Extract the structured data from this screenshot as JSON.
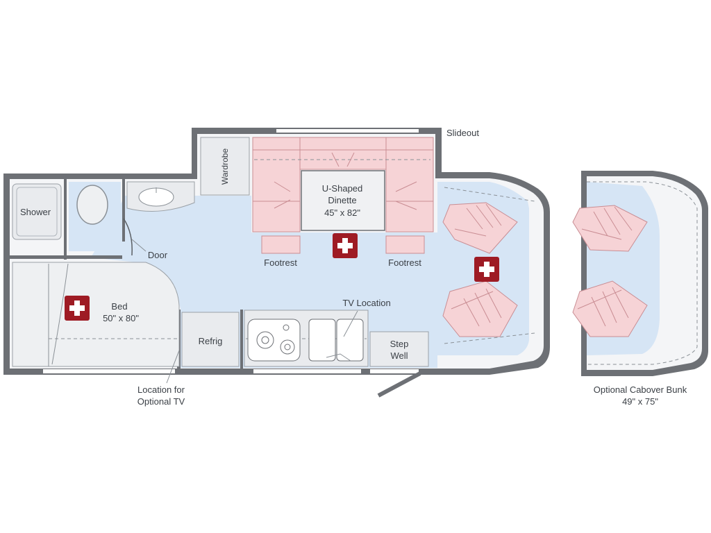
{
  "labels": {
    "slideout": "Slideout",
    "wardrobe": "Wardrobe",
    "shower": "Shower",
    "door": "Door",
    "dinette_line1": "U-Shaped",
    "dinette_line2": "Dinette",
    "dinette_size": "45\" x 82\"",
    "footrest_left": "Footrest",
    "footrest_right": "Footrest",
    "bed": "Bed",
    "bed_size": "50\" x 80\"",
    "tv_location": "TV Location",
    "refrig": "Refrig",
    "step_line1": "Step",
    "step_line2": "Well",
    "optional_tv_line1": "Location for",
    "optional_tv_line2": "Optional TV",
    "cabover_line1": "Optional Cabover Bunk",
    "cabover_size": "49\" x 75\""
  },
  "icons": {
    "first_aid": "first-aid-cross-icon"
  },
  "colors": {
    "wall": "#6d7075",
    "floor": "#d6e5f5",
    "seating": "#f6d3d6",
    "marker": "#9e1b24"
  }
}
